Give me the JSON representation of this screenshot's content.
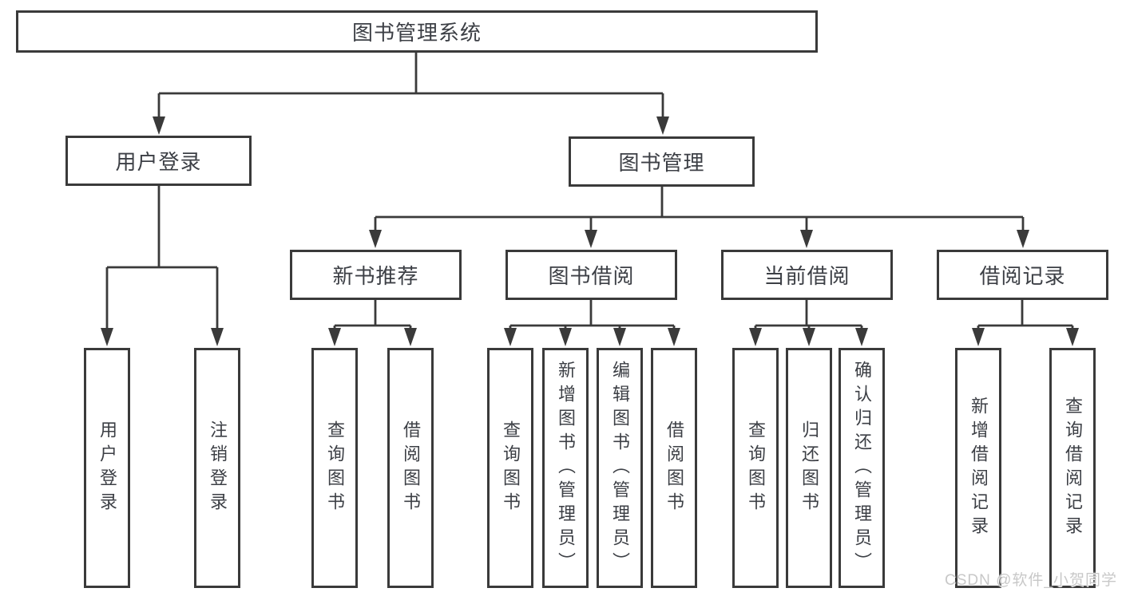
{
  "diagram": {
    "root": "图书管理系统",
    "level2": {
      "user_login": "用户登录",
      "book_mgmt": "图书管理"
    },
    "level3": {
      "new_books": "新书推荐",
      "book_borrow": "图书借阅",
      "current_borrow": "当前借阅",
      "borrow_records": "借阅记录"
    },
    "leaves": {
      "user_login": [
        "用户登录",
        "注销登录"
      ],
      "new_books": [
        "查询图书",
        "借阅图书"
      ],
      "book_borrow": [
        "查询图书",
        "新增图书（管理员）",
        "编辑图书（管理员）",
        "借阅图书"
      ],
      "current_borrow": [
        "查询图书",
        "归还图书",
        "确认归还（管理员）"
      ],
      "borrow_records": [
        "新增借阅记录",
        "查询借阅记录"
      ]
    }
  },
  "watermark": "CSDN @软件_小贺同学",
  "colors": {
    "line": "#3a3a3a",
    "text": "#3c3f45",
    "watermark": "#c8c8c8",
    "background": "#ffffff"
  }
}
